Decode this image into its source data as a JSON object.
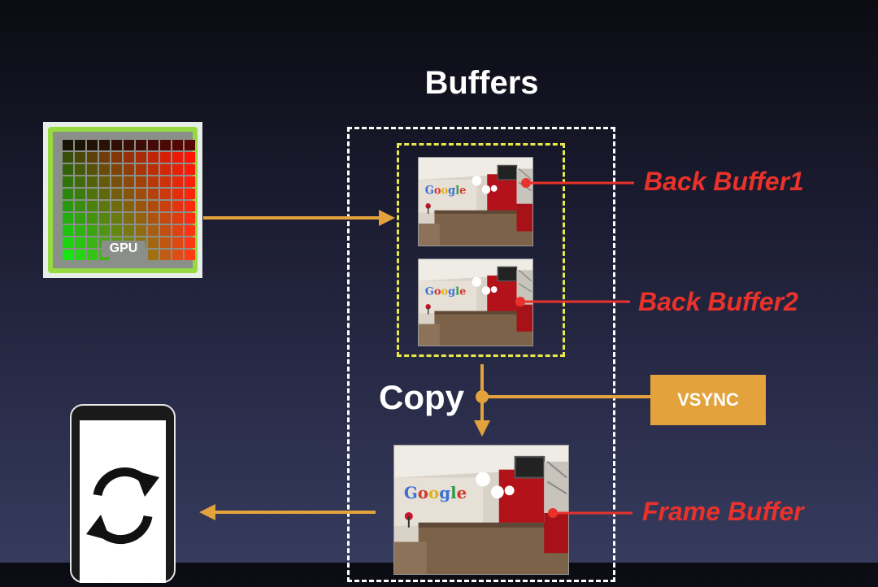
{
  "title": "Buffers",
  "gpu": {
    "label": "GPU"
  },
  "back_buffer_1": "Back Buffer1",
  "back_buffer_2": "Back Buffer2",
  "frame_buffer": "Frame Buffer",
  "copy": "Copy",
  "vsync": "VSYNC",
  "photo_logo": "Google",
  "icons": {
    "refresh": "refresh-icon",
    "phone": "smartphone-icon"
  },
  "colors": {
    "arrow": "#e3a23c",
    "label_red": "#e8322b",
    "inner_dash": "#e8e84a",
    "outer_dash": "#ffffff"
  }
}
